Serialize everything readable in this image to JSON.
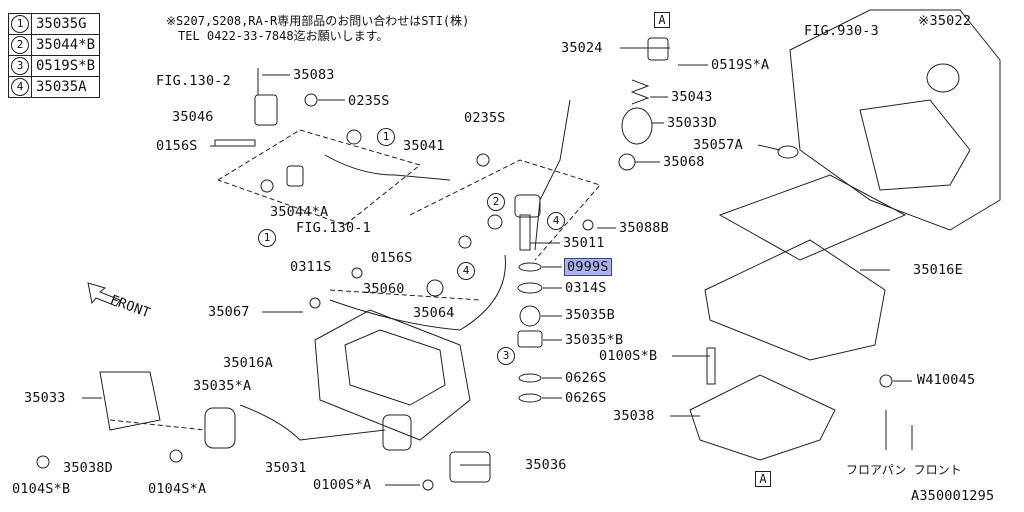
{
  "legend": [
    {
      "num": "1",
      "part": "35035G"
    },
    {
      "num": "2",
      "part": "35044*B"
    },
    {
      "num": "3",
      "part": "0519S*B"
    },
    {
      "num": "4",
      "part": "35035A"
    }
  ],
  "note": {
    "line1": "※S207,S208,RA-R専用部品のお問い合わせはSTI(株)",
    "line2": "TEL 0422-33-7848迄お願いします。"
  },
  "labels": {
    "fig130_2": "FIG.130-2",
    "p35083": "35083",
    "p35046": "35046",
    "p0235s_a": "0235S",
    "p0156s_a": "0156S",
    "p35041": "35041",
    "p0235s_b": "0235S",
    "p35044a": "35044*A",
    "fig130_1": "FIG.130-1",
    "p0156s_b": "0156S",
    "p0311s": "0311S",
    "p35067": "35067",
    "p35060": "35060",
    "p35064": "35064",
    "p35016a": "35016A",
    "p35035a": "35035*A",
    "p35033": "35033",
    "p35038d": "35038D",
    "p0104sb": "0104S*B",
    "p0104sa": "0104S*A",
    "p35031": "35031",
    "p0100sa": "0100S*A",
    "p35036": "35036",
    "p35024": "35024",
    "p0519sa": "0519S*A",
    "p35043": "35043",
    "p35033d": "35033D",
    "p35068": "35068",
    "p35088b": "35088B",
    "p35011": "35011",
    "p0999s": "0999S",
    "p0314s": "0314S",
    "p35035b": "35035B",
    "p35035b2": "35035*B",
    "p0626s_a": "0626S",
    "p0626s_b": "0626S",
    "p0100sb": "0100S*B",
    "p35038": "35038",
    "fig930_3": "FIG.930-3",
    "p35022": "※35022",
    "p35057a": "35057A",
    "p35016e": "35016E",
    "w410045": "W410045",
    "floor_front": "フロアパン フロント",
    "front": "FRONT",
    "boxA": "A",
    "c1": "1",
    "c2": "2",
    "c3": "3",
    "c4": "4"
  },
  "diagram_id": "A350001295",
  "highlight_color": "#a9b2ee"
}
